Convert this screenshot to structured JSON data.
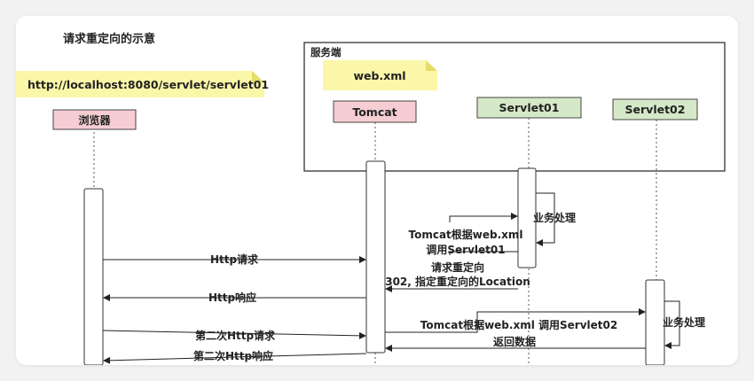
{
  "title": "请求重定向的示意",
  "url_note": "http://localhost:8080/servlet/servlet01",
  "server_label": "服务端",
  "webxml_note": "web.xml",
  "participants": {
    "browser": "浏览器",
    "tomcat": "Tomcat",
    "servlet01": "Servlet01",
    "servlet02": "Servlet02"
  },
  "colors": {
    "browser_fill": "#f6cdd3",
    "tomcat_fill": "#f6cdd3",
    "servlet_fill": "#d5e8c8",
    "note_fill": "#fbf7a8"
  },
  "messages": {
    "http_request": "Http请求",
    "tomcat_call_s1_line1": "Tomcat根据web.xml",
    "tomcat_call_s1_line2": "调用Servlet01",
    "self_process_1": "业务处理",
    "redirect_line1": "请求重定向",
    "redirect_line2": "302, 指定重定向的Location",
    "http_response": "Http响应",
    "tomcat_call_s2": "Tomcat根据web.xml 调用Servlet02",
    "self_process_2": "业务处理",
    "return_data": "返回数据",
    "second_request": "第二次Http请求",
    "second_response": "第二次Http响应"
  }
}
